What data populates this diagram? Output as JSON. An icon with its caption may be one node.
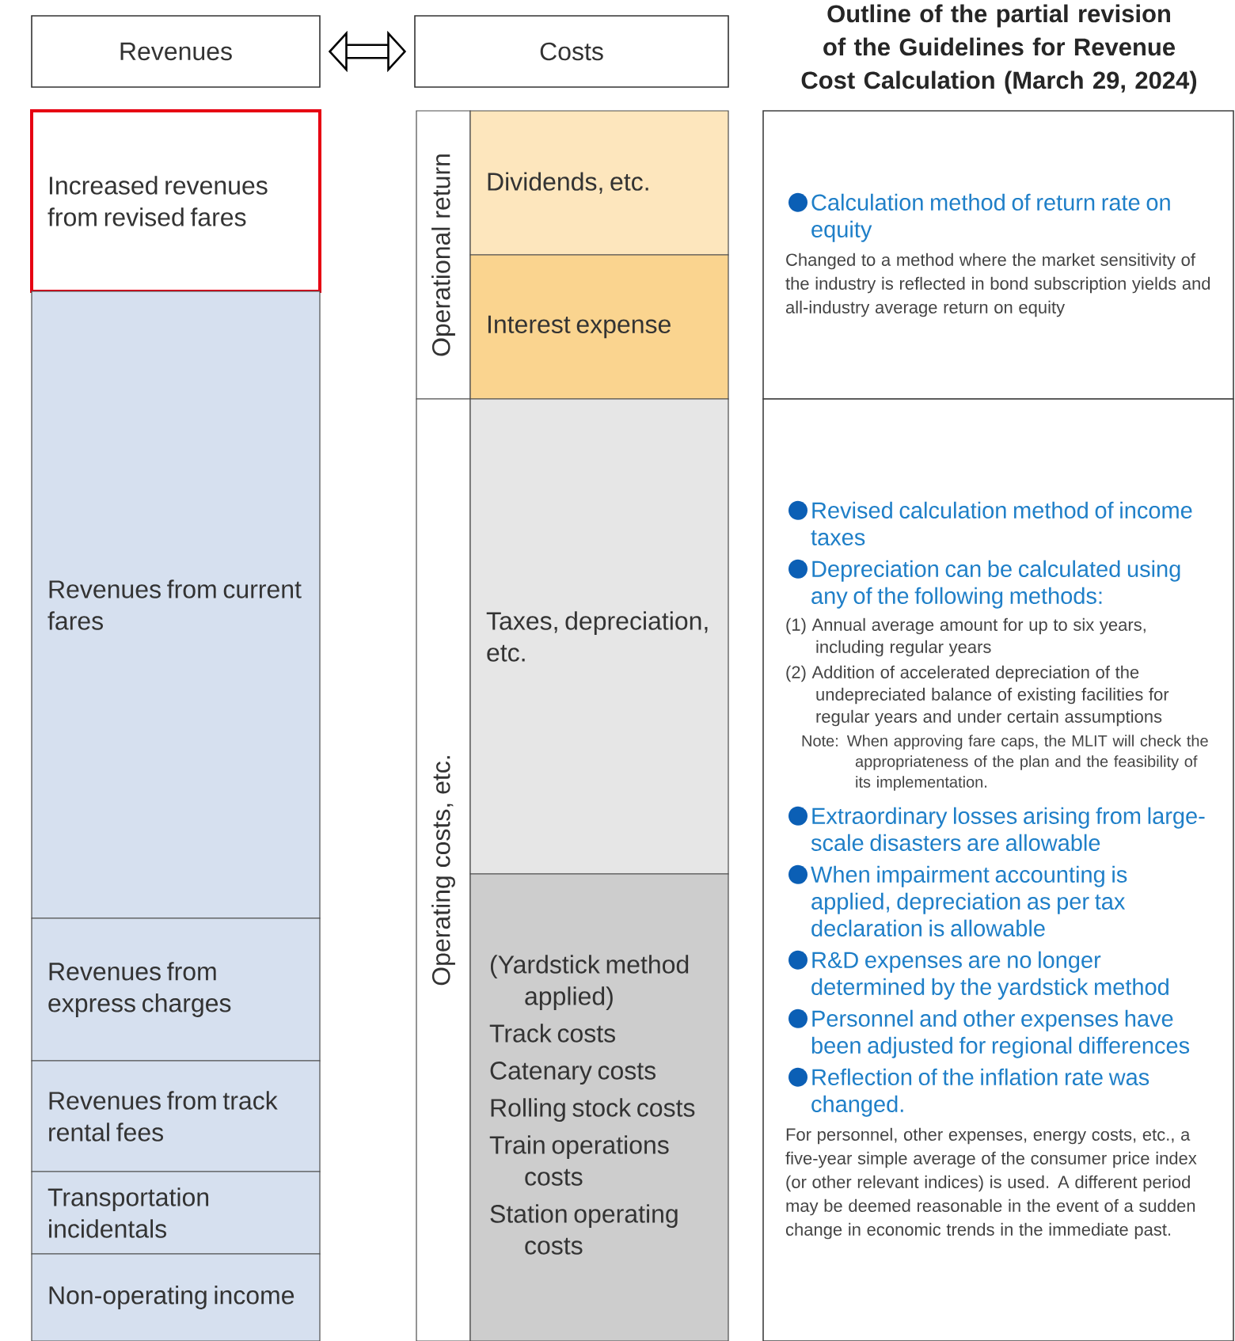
{
  "diagram": {
    "title": "Outline of the partial revision of the Guidelines for Revenue Cost Calculation (March 29, 2024)",
    "nodes": [
      {
        "text": [
          "Revenues"
        ]
      },
      {
        "text": [
          "Costs"
        ]
      },
      {
        "text": [
          "Increased revenues from revised fares"
        ]
      },
      {
        "text": [
          "Revenues from current fares"
        ]
      },
      {
        "text": [
          "Revenues from express charges"
        ]
      },
      {
        "text": [
          "Revenues from track rental fees"
        ]
      },
      {
        "text": [
          "Transportation incidentals"
        ]
      },
      {
        "text": [
          "Non-operating income"
        ]
      },
      {
        "text": [
          "Operational return"
        ]
      },
      {
        "text": [
          "Dividends, etc."
        ]
      },
      {
        "text": [
          "Interest expense"
        ]
      },
      {
        "text": [
          "Operating costs, etc."
        ]
      },
      {
        "text": [
          "Taxes, depreciation, etc."
        ]
      },
      {
        "text": [
          "(Yardstick method applied)",
          "Track costs",
          "Catenary costs",
          "Rolling stock costs",
          "Train operations costs",
          "Station operating costs"
        ]
      },
      {
        "text": [
          "Calculation method of return rate on equity",
          "Changed to a method where the market sensitivity of the industry is reflected in bond subscription yields and all-industry average return on equity"
        ]
      },
      {
        "text": [
          "Revised calculation method of income taxes",
          "Depreciation can be calculated using any of the following methods:",
          "(1) Annual average amount for up to six years, including regular years",
          "(2) Addition of accelerated depreciation of the undepreciated balance of existing facilities for regular years and under certain assumptions",
          "Note: When approving fare caps, the MLIT will check the appropriateness of the plan and the feasibility of its implementation.",
          "Extraordinary losses arising from large-scale disasters are allowable",
          "When impairment accounting is applied, depreciation as per tax declaration is allowable",
          "R&D expenses are no longer determined by the yardstick method",
          "Personnel and other expenses have been adjusted for regional differences",
          "Reflection of the inflation rate was changed.",
          "For personnel, other expenses, energy costs, etc., a five-year simple average of the consumer price index (or other relevant indices) is used. A different period may be deemed reasonable in the event of a sudden change in economic trends in the immediate past."
        ]
      }
    ],
    "edges": [
      {
        "from": 0,
        "to": 1,
        "arrow": "both"
      }
    ]
  }
}
